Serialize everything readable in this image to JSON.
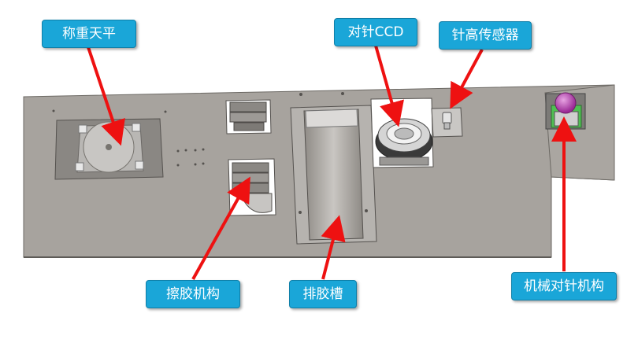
{
  "labels": {
    "weighing_scale": "称重天平",
    "needle_ccd": "对针CCD",
    "needle_height_sensor": "针高传感器",
    "glue_wipe_mechanism": "擦胶机构",
    "glue_drain_trough": "排胶槽",
    "mechanical_needle_alignment": "机械对针机构"
  },
  "colors": {
    "label_bg": "#1aa6d8",
    "arrow": "#ee1111",
    "plate": "#a7a39e",
    "plate_edge": "#6c6964"
  }
}
